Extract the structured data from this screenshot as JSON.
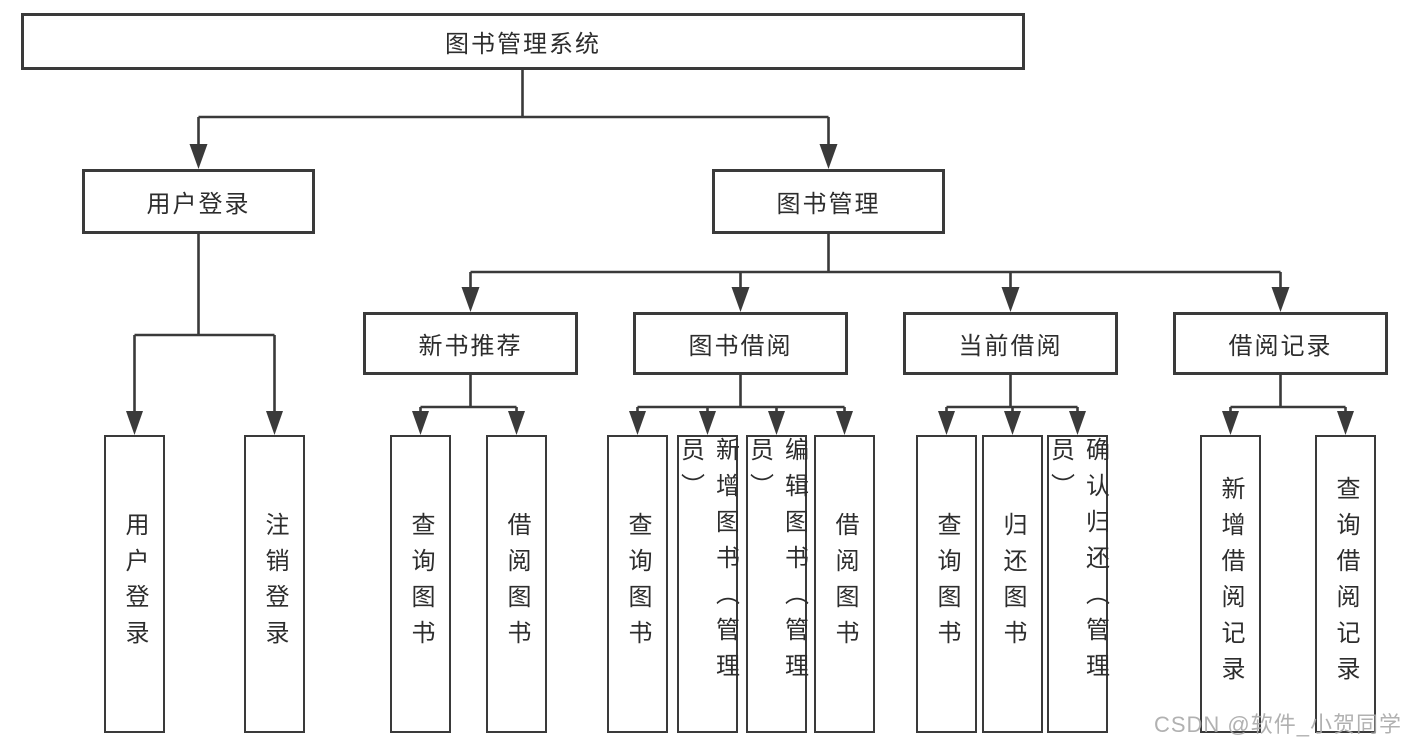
{
  "diagram": {
    "root": {
      "label": "图书管理系统"
    },
    "branches": [
      {
        "label": "用户登录",
        "children": [
          {
            "label": "用户登录"
          },
          {
            "label": "注销登录"
          }
        ]
      },
      {
        "label": "图书管理",
        "children": [
          {
            "label": "新书推荐",
            "children": [
              {
                "label": "查询图书"
              },
              {
                "label": "借阅图书"
              }
            ]
          },
          {
            "label": "图书借阅",
            "children": [
              {
                "label": "查询图书"
              },
              {
                "label": "新增图书（管理员）"
              },
              {
                "label": "编辑图书（管理员）"
              },
              {
                "label": "借阅图书"
              }
            ]
          },
          {
            "label": "当前借阅",
            "children": [
              {
                "label": "查询图书"
              },
              {
                "label": "归还图书"
              },
              {
                "label": "确认归还（管理员）"
              }
            ]
          },
          {
            "label": "借阅记录",
            "children": [
              {
                "label": "新增借阅记录"
              },
              {
                "label": "查询借阅记录"
              }
            ]
          }
        ]
      }
    ]
  },
  "watermark": {
    "text": "CSDN @软件_小贺同学"
  },
  "colors": {
    "line": "#3a3a3a",
    "box_border": "#3a3a3a",
    "box_fill": "#ffffff",
    "text": "#2d2d2d",
    "watermark": "#a8a8a8",
    "background": "#ffffff"
  }
}
